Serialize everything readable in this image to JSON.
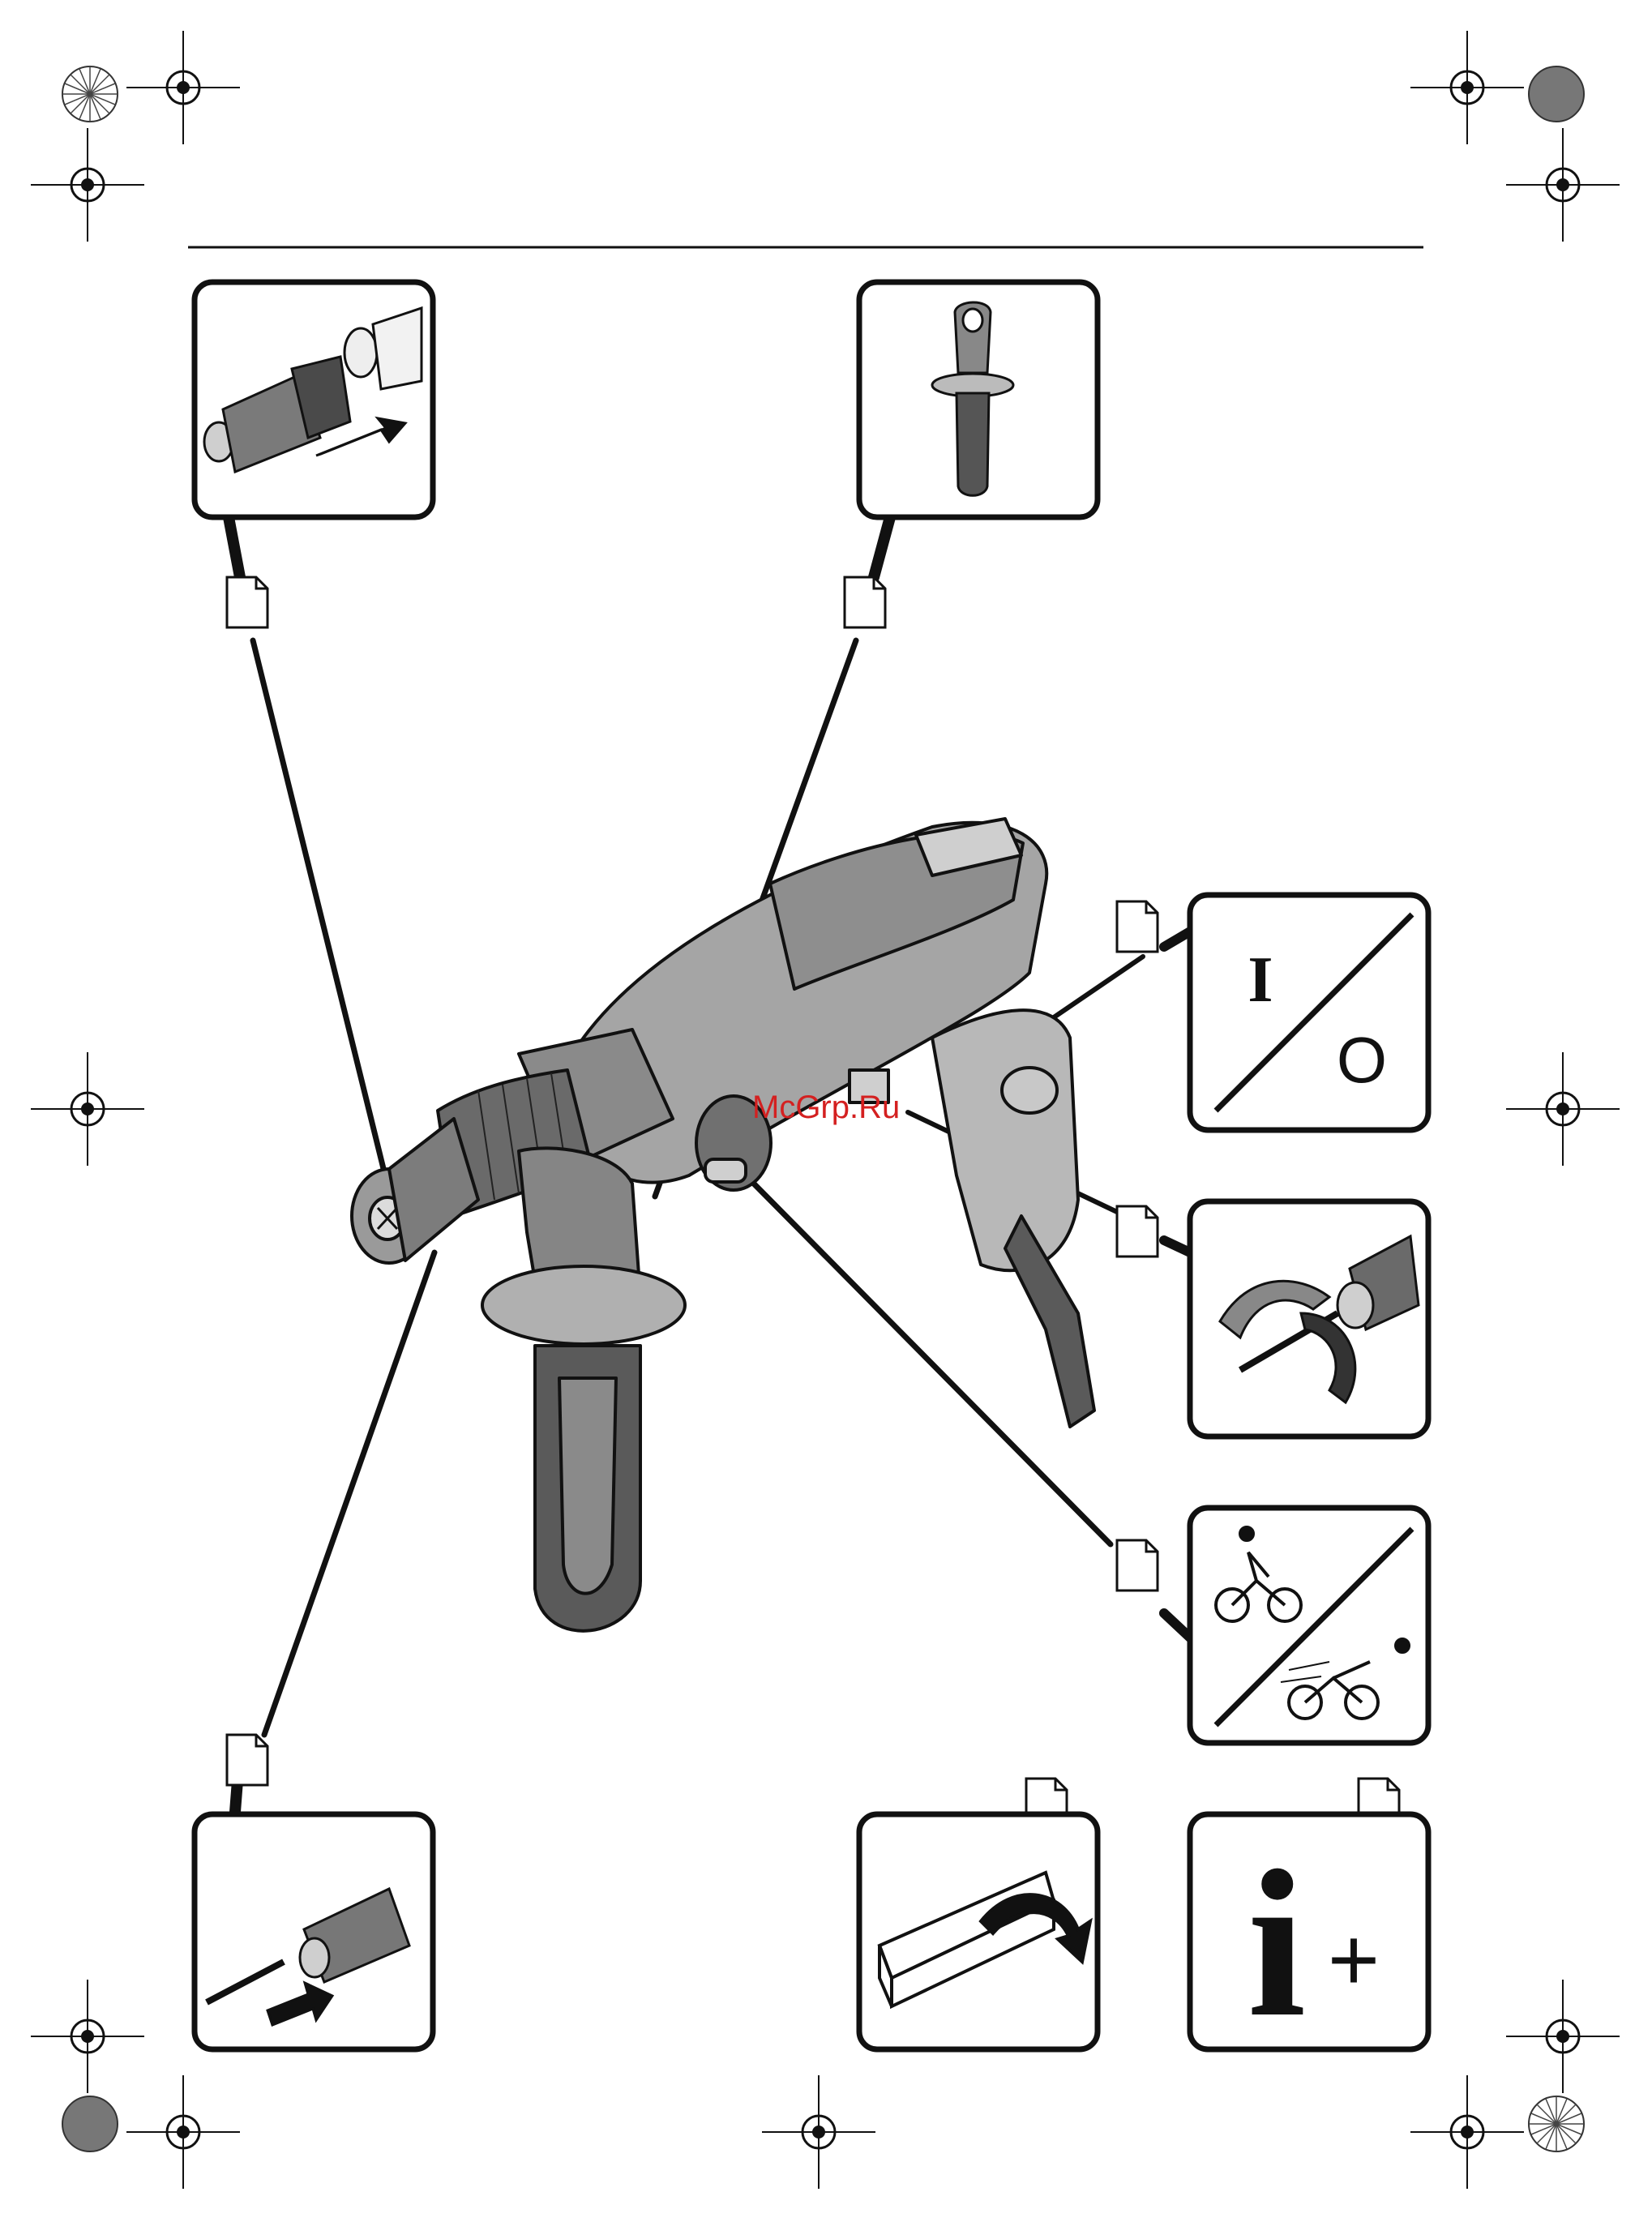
{
  "watermark": {
    "text": "McGrp.Ru",
    "color": "#d42020"
  },
  "panels": {
    "switch": {
      "on_symbol": "I",
      "off_symbol": "O"
    },
    "info": {
      "letter": "i",
      "plus": "+"
    }
  },
  "colors": {
    "ink": "#111111",
    "tool_body": "#9a9a9a",
    "tool_dark": "#4a4a4a",
    "paper": "#ffffff"
  },
  "icons": [
    "registration-mark",
    "page-icon",
    "drill-illustration",
    "chuck-swap-panel",
    "side-handle-panel",
    "on-off-panel",
    "rotation-direction-panel",
    "speed-panel",
    "bit-insert-panel",
    "case-panel",
    "info-panel"
  ]
}
